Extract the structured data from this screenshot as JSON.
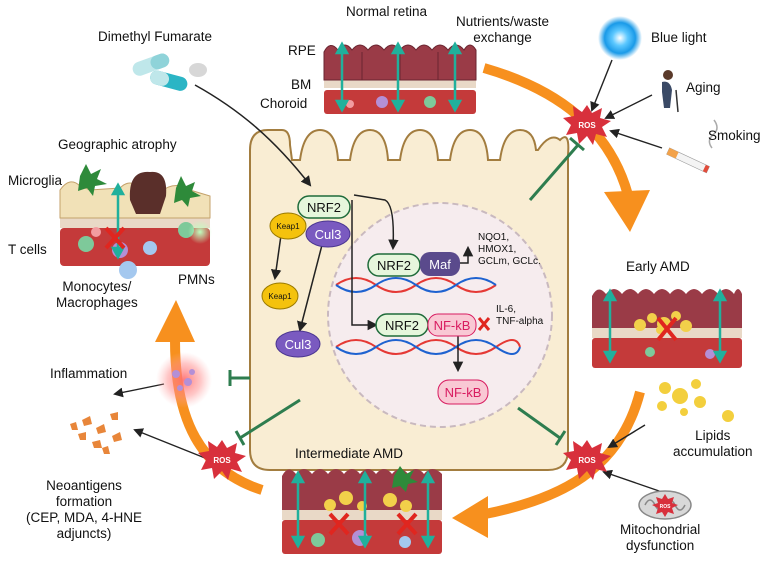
{
  "colors": {
    "orange": "#f7901e",
    "teal": "#20b09c",
    "green_inhibit": "#2e7d4f",
    "ros_red": "#d8303c",
    "rpe_dark": "#8a3a45",
    "cell_fill": "#f9edd3",
    "cell_stroke": "#a37d3f",
    "nucleus_fill": "#f6ecee",
    "nrf2_fill": "#e6f6dc",
    "nrf2_stroke": "#1f6b3a",
    "cul3_fill": "#7a5ac0",
    "keap1_fill": "#f4c20d",
    "maf_fill": "#5a4a8c",
    "nfkb_fill": "#f9c8d4",
    "nfkb_text": "#d81b60",
    "blue_light": "#27a8f0"
  },
  "labels": {
    "normal_retina": "Normal retina",
    "nutrients": "Nutrients/waste\nexchange",
    "rpe": "RPE",
    "bm": "BM",
    "choroid": "Choroid",
    "dimethyl_fumarate": "Dimethyl Fumarate",
    "blue_light": "Blue light",
    "aging": "Aging",
    "smoking": "Smoking",
    "geographic_atrophy": "Geographic atrophy",
    "microglia": "Microglia",
    "t_cells": "T cells",
    "pmns": "PMNs",
    "monocytes": "Monocytes/\nMacrophages",
    "inflammation": "Inflammation",
    "neoantigens": "Neoantigens\nformation\n(CEP, MDA, 4-HNE\nadjuncts)",
    "early_amd": "Early AMD",
    "intermediate_amd": "Intermediate AMD",
    "lipids": "Lipids\naccumulation",
    "mitochondrial": "Mitochondrial\ndysfunction",
    "ros": "ROS",
    "nrf2": "NRF2",
    "keap1": "Keap1",
    "cul3": "Cul3",
    "maf": "Maf",
    "nfkb": "NF-kB",
    "targets_nrf2": "NQO1,\nHMOX1,\nGCLm, GCLc.",
    "targets_nfkb": "IL-6,\nTNF-alpha"
  }
}
